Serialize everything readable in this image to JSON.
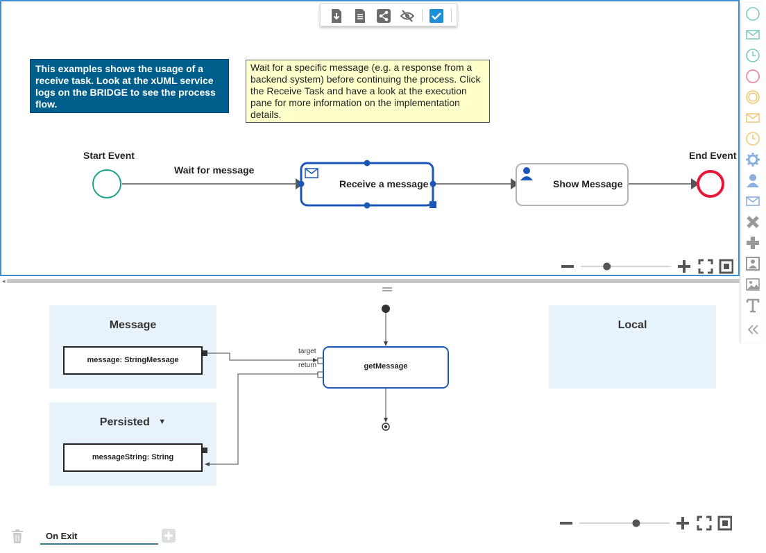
{
  "toolbar": {
    "items": [
      "download-icon",
      "document-icon",
      "share-icon",
      "eye-slash-icon",
      "checkbox-checked-icon"
    ]
  },
  "notes": {
    "blue": "This examples shows the usage of a receive task. Look at the xUML service logs on the BRIDGE to see the process flow.",
    "yellow": "Wait for a specific message (e.g. a response from a backend system) before continuing the process. Click the Receive Task and have a look at the execution pane for more information on the implementation details."
  },
  "process": {
    "start_event": "Start Event",
    "flow_label": "Wait for message",
    "receive_task": "Receive a message",
    "user_task": "Show Message",
    "end_event": "End Event"
  },
  "colors": {
    "start": "#1aa38a",
    "end": "#e8173a",
    "selection": "#1a57b8",
    "note_blue": "#005e8c",
    "note_yellow": "#ffffcc",
    "panel": "#e8f2fb"
  },
  "palette": [
    "start-event-icon",
    "message-start-icon",
    "timer-start-icon",
    "end-event-icon",
    "intermediate-event-icon",
    "message-intermediate-icon",
    "timer-intermediate-icon",
    "service-task-icon",
    "user-task-icon",
    "send-task-icon",
    "exclusive-gateway-icon",
    "parallel-gateway-icon",
    "subprocess-icon",
    "image-icon",
    "text-icon",
    "collapse-icon"
  ],
  "zoom_top": {
    "level": 0.29
  },
  "zoom_bottom": {
    "level": 0.63
  },
  "mapping": {
    "message_box": "Message",
    "message_var": "message: StringMessage",
    "persisted_box": "Persisted",
    "persisted_var": "messageString: String",
    "operation": "getMessage",
    "port_target": "target",
    "port_return": "return",
    "local_box": "Local"
  },
  "tabs": {
    "on_exit": "On Exit"
  }
}
